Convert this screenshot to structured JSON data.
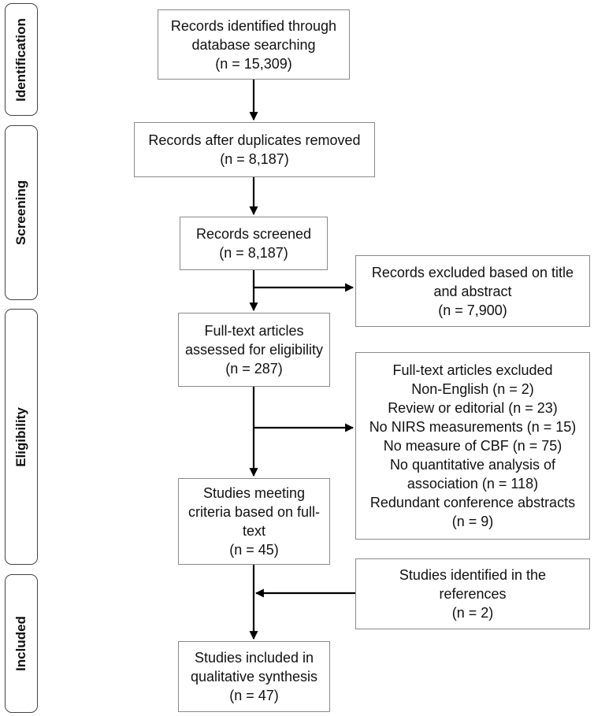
{
  "phases": {
    "identification": "Identification",
    "screening": "Screening",
    "eligibility": "Eligibility",
    "included": "Included"
  },
  "boxes": {
    "identified": [
      "Records identified through",
      "database searching",
      "(n = 15,309)"
    ],
    "duplicates_removed": [
      "Records after duplicates removed",
      "(n = 8,187)"
    ],
    "screened": [
      "Records screened",
      "(n = 8,187)"
    ],
    "excluded_title": [
      "Records excluded based on title",
      "and abstract",
      "(n = 7,900)"
    ],
    "fulltext_assessed": [
      "Full-text articles",
      "assessed for eligibility",
      "(n = 287)"
    ],
    "fulltext_excluded": [
      "Full-text articles excluded",
      "Non-English (n = 2)",
      "Review or editorial (n = 23)",
      "No NIRS measurements (n = 15)",
      "No measure of CBF (n = 75)",
      "No quantitative analysis of",
      "association (n = 118)",
      "Redundant conference abstracts",
      "(n = 9)"
    ],
    "meeting_criteria": [
      "Studies meeting",
      "criteria based on full-",
      "text",
      "(n = 45)"
    ],
    "identified_refs": [
      "Studies identified in the",
      "references",
      "(n = 2)"
    ],
    "included": [
      "Studies included in",
      "qualitative synthesis",
      "(n = 47)"
    ]
  }
}
